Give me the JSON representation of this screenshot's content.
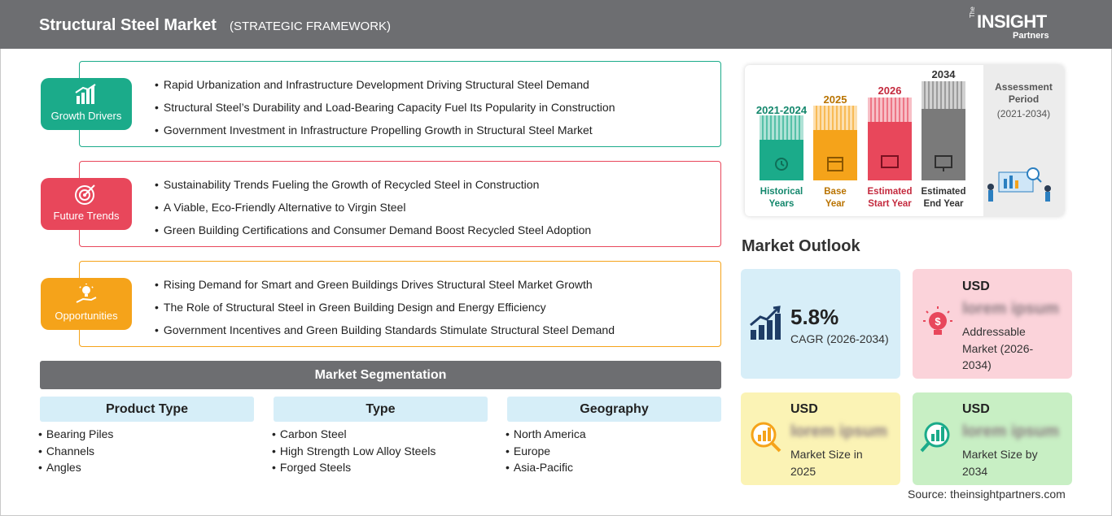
{
  "header": {
    "title": "Structural Steel Market",
    "subtitle": "(STRATEGIC FRAMEWORK)",
    "logo_main": "INSIGHT",
    "logo_the": "The",
    "logo_partners": "Partners"
  },
  "drivers": {
    "label": "Growth Drivers",
    "color": "#1bab8a",
    "items": [
      "Rapid Urbanization and Infrastructure Development Driving Structural Steel Demand",
      "Structural Steel’s Durability and Load-Bearing Capacity Fuel Its Popularity in Construction",
      "Government Investment in Infrastructure Propelling Growth in Structural Steel Market"
    ]
  },
  "trends": {
    "label": "Future Trends",
    "color": "#e8475b",
    "items": [
      "Sustainability Trends Fueling the Growth of Recycled Steel in Construction",
      "A Viable, Eco-Friendly Alternative to Virgin Steel",
      "Green Building Certifications and Consumer Demand Boost Recycled Steel Adoption"
    ]
  },
  "opportunities": {
    "label": "Opportunities",
    "color": "#f5a31a",
    "items": [
      "Rising Demand for Smart and Green Buildings Drives Structural Steel Market Growth",
      "The Role of Structural Steel in Green Building Design and Energy Efficiency",
      "Government Incentives and Green Building Standards Stimulate Structural Steel Demand"
    ]
  },
  "segmentation": {
    "title": "Market Segmentation",
    "columns": [
      {
        "head": "Product Type",
        "items": [
          "Bearing Piles",
          "Channels",
          "Angles"
        ]
      },
      {
        "head": "Type",
        "items": [
          "Carbon Steel",
          "High Strength Low Alloy Steels",
          "Forged Steels"
        ]
      },
      {
        "head": "Geography",
        "items": [
          "North America",
          "Europe",
          "Asia-Pacific"
        ]
      }
    ]
  },
  "timeline": {
    "bars": [
      {
        "year": "2021-2024",
        "label1": "Historical",
        "label2": "Years",
        "color": "#1bab8a"
      },
      {
        "year": "2025",
        "label1": "Base",
        "label2": "Year",
        "color": "#f5a31a"
      },
      {
        "year": "2026",
        "label1": "Estimated",
        "label2": "Start Year",
        "color": "#e8475b"
      },
      {
        "year": "2034",
        "label1": "Estimated",
        "label2": "End Year",
        "color": "#7a7a7a"
      }
    ],
    "period_label1": "Assessment",
    "period_label2": "Period",
    "period_range": "(2021-2034)"
  },
  "outlook": {
    "title": "Market Outlook",
    "cagr_value": "5.8%",
    "cagr_label": "CAGR (2026-2034)",
    "addressable_currency": "USD",
    "addressable_value": "lorem ipsum",
    "addressable_label": "Addressable Market (2026-2034)",
    "size2025_currency": "USD",
    "size2025_value": "lorem ipsum",
    "size2025_label": "Market Size in 2025",
    "size2034_currency": "USD",
    "size2034_value": "lorem ipsum",
    "size2034_label": "Market Size by 2034"
  },
  "source": "Source: theinsightpartners.com"
}
